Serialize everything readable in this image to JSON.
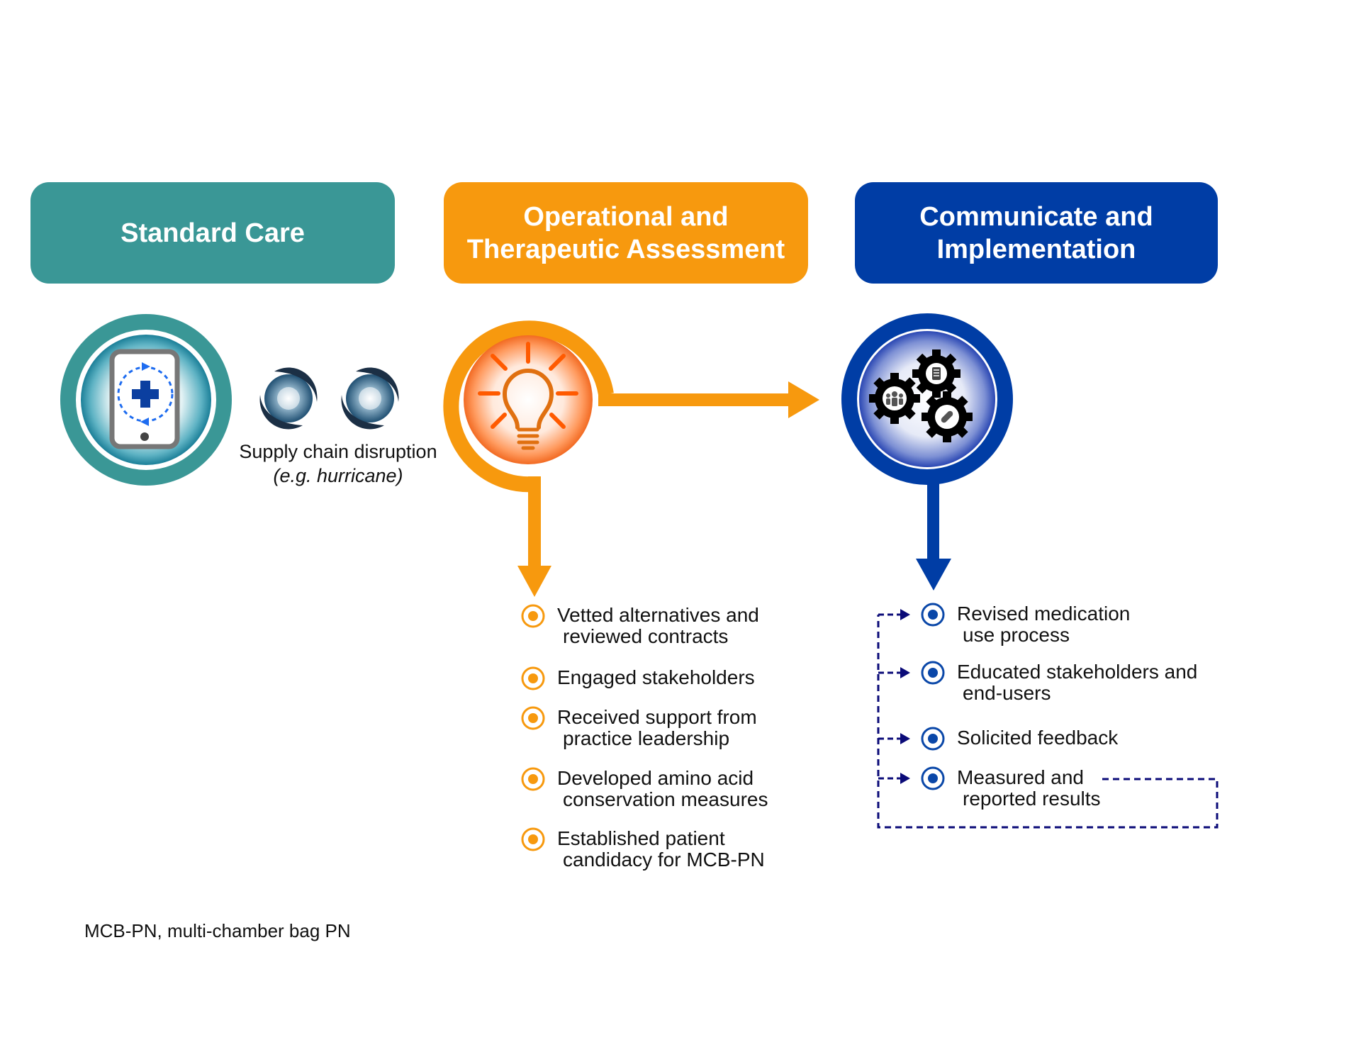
{
  "colors": {
    "standard_care": "#3a9796",
    "assessment": "#f7990e",
    "implementation": "#003da5",
    "feedback_dash": "#0b0b78",
    "text": "#111111"
  },
  "stages": [
    {
      "id": "standard",
      "title_lines": [
        "Standard Care"
      ],
      "icon": "phone-medical-cycle-icon"
    },
    {
      "id": "assessment",
      "title_lines": [
        "Operational and",
        "Therapeutic Assessment"
      ],
      "icon": "lightbulb-icon"
    },
    {
      "id": "implementation",
      "title_lines": [
        "Communicate and",
        "Implementation"
      ],
      "icon": "gears-icon"
    }
  ],
  "disruption": {
    "icon": "hurricane-icon",
    "icon_count": 2,
    "label": "Supply chain disruption",
    "example": "(e.g. hurricane)"
  },
  "assessment_items": [
    {
      "line1": "Vetted alternatives and",
      "line2": "reviewed contracts"
    },
    {
      "line1": "Engaged stakeholders",
      "line2": ""
    },
    {
      "line1": "Received support from",
      "line2": "practice leadership"
    },
    {
      "line1": "Developed amino acid",
      "line2": "conservation measures"
    },
    {
      "line1": "Established patient",
      "line2": "candidacy for MCB-PN"
    }
  ],
  "implementation_items": [
    {
      "line1": "Revised medication",
      "line2": "use process"
    },
    {
      "line1": "Educated stakeholders and",
      "line2": "end-users"
    },
    {
      "line1": "Solicited feedback",
      "line2": ""
    },
    {
      "line1": "Measured and",
      "line2": "reported results"
    }
  ],
  "footnote": "MCB-PN, multi-chamber bag PN"
}
